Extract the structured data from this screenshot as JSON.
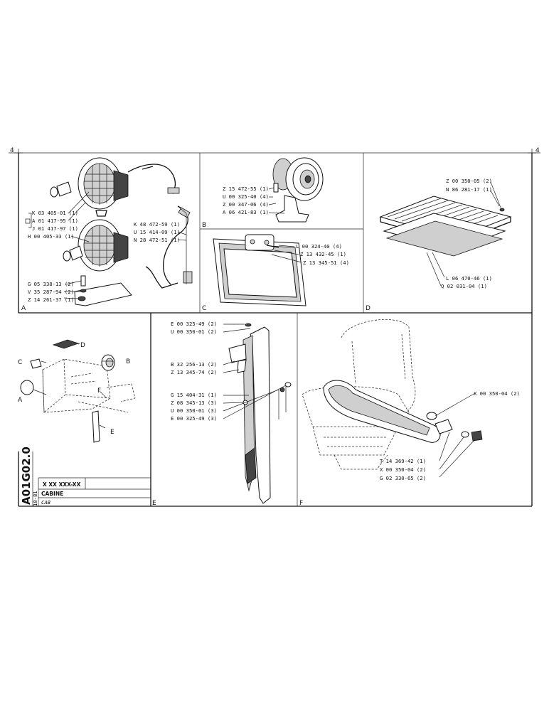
{
  "corner_marks": {
    "left": "4",
    "right": "4"
  },
  "panels": {
    "A": {
      "letter": "A",
      "parts": [
        "K 03 405-01 (1)",
        "A 01 417-95 (1)",
        "J 01 417-97 (1)",
        "H 00 405-33 (1)",
        "G 05 338-13 (2)",
        "V 35 287-94 (2)",
        "Z 14 261-37 (1)",
        "K 48 472-59 (1)",
        "U 15 414-09 (1)",
        "N 28 472-51 (1)"
      ]
    },
    "B": {
      "letter": "B",
      "parts": [
        "Z 15 472-55 (1)",
        "U 00 325-40 (4)",
        "Z 00 347-06 (4)",
        "A 06 421-83 (1)"
      ]
    },
    "C": {
      "letter": "C",
      "parts": [
        "L 00 324-40 (4)",
        "Z 13 432-45 (1)",
        "Z 13 345-51 (4)"
      ]
    },
    "D": {
      "letter": "D",
      "parts": [
        "Z 00 350-05 (2)",
        "N 86 281-17 (1)",
        "L 06 470-46 (1)",
        "Q 02 031-04 (1)"
      ]
    },
    "E": {
      "letter": "E",
      "parts": [
        "E 00 325-49 (2)",
        "U 00 350-01 (2)",
        "B 32 256-13 (2)",
        "Z 13 345-74 (2)",
        "G 15 404-31 (1)",
        "Z 08 345-13 (3)",
        "U 00 350-01 (3)",
        "E 00 325-49 (3)"
      ]
    },
    "F": {
      "letter": "F",
      "parts": [
        "X 00 350-04 (2)",
        "T 14 369-42 (1)",
        "X 00 350-04 (2)",
        "G 02 330-65 (2)"
      ]
    },
    "overview": {
      "letters": [
        "D",
        "C",
        "B",
        "A",
        "F",
        "E"
      ]
    }
  },
  "title_block": {
    "code": "A01G02.0",
    "xx": "X XX XXX-XX",
    "date": "10-81",
    "name": "CABINE",
    "subname": "CAB"
  }
}
